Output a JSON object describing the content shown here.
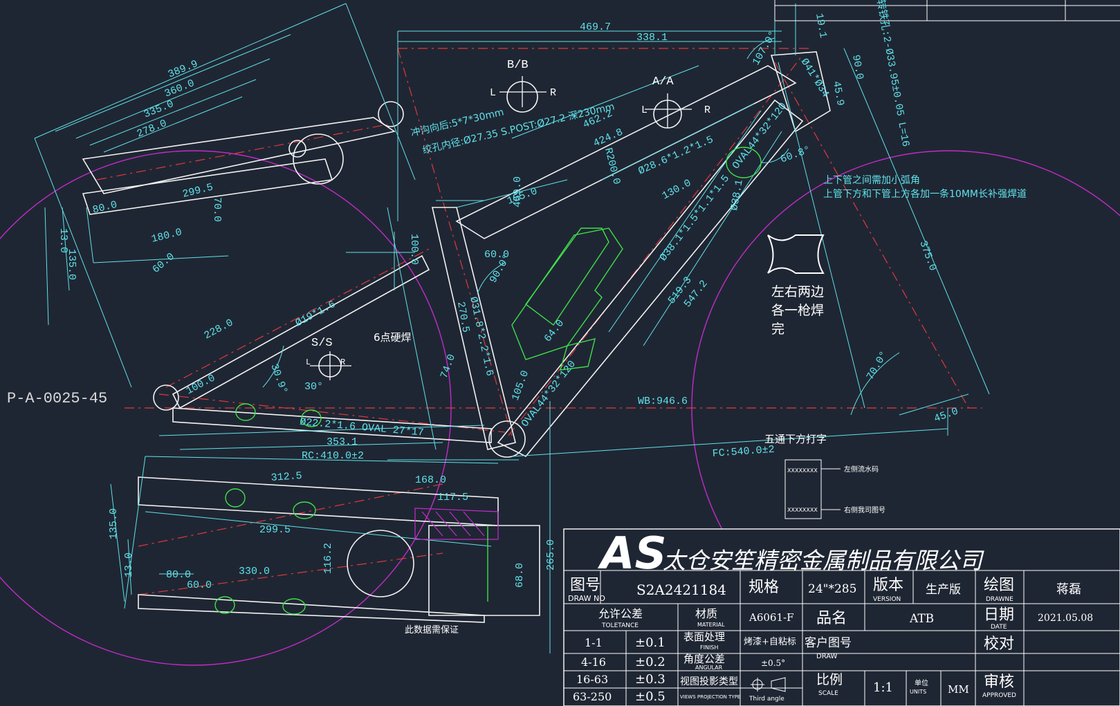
{
  "drawing_id": "P-A-0025-45",
  "sections": {
    "bb": "B/B",
    "aa": "A/A",
    "ss": "S/S"
  },
  "lr": {
    "l": "L",
    "r": "R"
  },
  "dims": {
    "d469": "469.7",
    "d338": "338.1",
    "d389": "389.9",
    "d360": "360.0",
    "d335": "335.0",
    "d278": "278.0",
    "d299a": "299.5",
    "d80a": "80.0",
    "d70": "70.0",
    "d180": "180.0",
    "d60a": "60.0",
    "d13": "13.0",
    "d135": "135.0",
    "d462": "462.2",
    "d424": "424.8",
    "d200": "R200.0",
    "tube1": "Ø28.6*1.2*1.5",
    "d130": "130.0",
    "d155": "155.0",
    "d459": "459.0",
    "d100": "100.0",
    "d60b": "60.0",
    "d90": "90.0°",
    "d228": "228.0",
    "tube2": "Ø19*1.6",
    "tube3": "Ø38.1*1.5*1.1*1.5",
    "d519": "519.3",
    "d547": "547.2",
    "d270": "270.5",
    "tube4": "Ø31.8*2.2*1.6",
    "d64": "64.0",
    "d74": "74.0",
    "d105": "105.0",
    "oval1": "OVAL44*32*120",
    "oval2": "OVAL44*32*120",
    "wb": "WB:946.6",
    "d309": "30.9°",
    "d1000": "100.0",
    "tube5": "Ø22.2*1.6 OVAL 27*17",
    "d353": "353.1",
    "rc": "RC:410.0±2",
    "fc": "FC:540.0±2",
    "d375": "375.0",
    "d45": "45.0",
    "d70deg": "70.0°",
    "d30": "30°",
    "d19": "19.1",
    "d107": "107.0°",
    "d90b": "90.0",
    "d459b": "45.9",
    "tube6": "Ø41*Ø34",
    "rot": "转铁孔:2-Ø33.95±0.05 L=16",
    "d608": "60.8°",
    "d381": "Ø38.1",
    "d312": "312.5",
    "d168": "168.0",
    "d117": "117.5",
    "d299b": "299.5",
    "d330": "330.0",
    "d80b": "80.0",
    "d60c": "60.0",
    "d135b": "135.0",
    "d13b": "13.0",
    "d116": "116.2",
    "d680": "68.0",
    "d263": "265.0"
  },
  "notes": {
    "channel": "冲沟向后:5*7*30mm",
    "thread": "绞孔内径:Ø27.35 S.POST:Ø27.2 深230mm",
    "weld1": "上下管之间需加小弧角",
    "weld2": "上管下方和下管上方各加一条10MM长补强焊道",
    "side1": "左右两边",
    "side2": "各一枪焊",
    "side3": "完",
    "spot": "6点硬焊",
    "bb_mark": "五通下方打字",
    "left_serial": "左侧流水码",
    "right_code": "右侧我司图号",
    "serial_box": "XXXXXXXX",
    "guarantee": "此数据需保证"
  },
  "title_block": {
    "logo": "AS",
    "company": "太仓安笙精密金属制品有限公司",
    "drawno_cn": "图号",
    "drawno_en": "DRAW NO",
    "drawno": "S2A2421184",
    "spec_cn": "规格",
    "spec": "24\"*285",
    "version_cn": "版本",
    "version_en": "VERSION",
    "version": "生产版",
    "drawn_cn": "绘图",
    "drawn_en": "DRAWNE",
    "drawn": "蒋磊",
    "tol_cn": "允许公差",
    "tol_en": "TOLETANCE",
    "material_cn": "材质",
    "material_en": "MATERIAL",
    "material": "A6061-F",
    "name_cn": "品名",
    "name": "ATB",
    "date_cn": "日期",
    "date_en": "DATE",
    "date": "2021.05.08",
    "finish_cn": "表面处理",
    "finish_en": "FINISH",
    "finish": "烤漆+自粘标",
    "cust_cn": "客户图号",
    "cust_en": "DRAW",
    "check_cn": "校对",
    "angle_cn": "角度公差",
    "angle_en": "ANGULAR",
    "angle": "±0.5°",
    "proj_cn": "视图投影类型",
    "proj_en": "VIEWS PROJECTION TYPE",
    "proj": "Third angle",
    "scale_cn": "比例",
    "scale_en": "SCALE",
    "scale": "1:1",
    "unit_cn": "单位",
    "unit_en": "UNITS",
    "unit": "MM",
    "approve_cn": "审核",
    "approve_en": "APPROVED",
    "tol_rows": [
      {
        "range": "1-1",
        "tol": "±0.1"
      },
      {
        "range": "4-16",
        "tol": "±0.2"
      },
      {
        "range": "16-63",
        "tol": "±0.3"
      },
      {
        "range": "63-250",
        "tol": "±0.5"
      }
    ]
  },
  "colors": {
    "bg": "#1f2633",
    "cyan": "#5fe3ea",
    "red": "#e0393c",
    "magenta": "#c12cc8",
    "green": "#3fe04a",
    "white": "#ffffff"
  }
}
